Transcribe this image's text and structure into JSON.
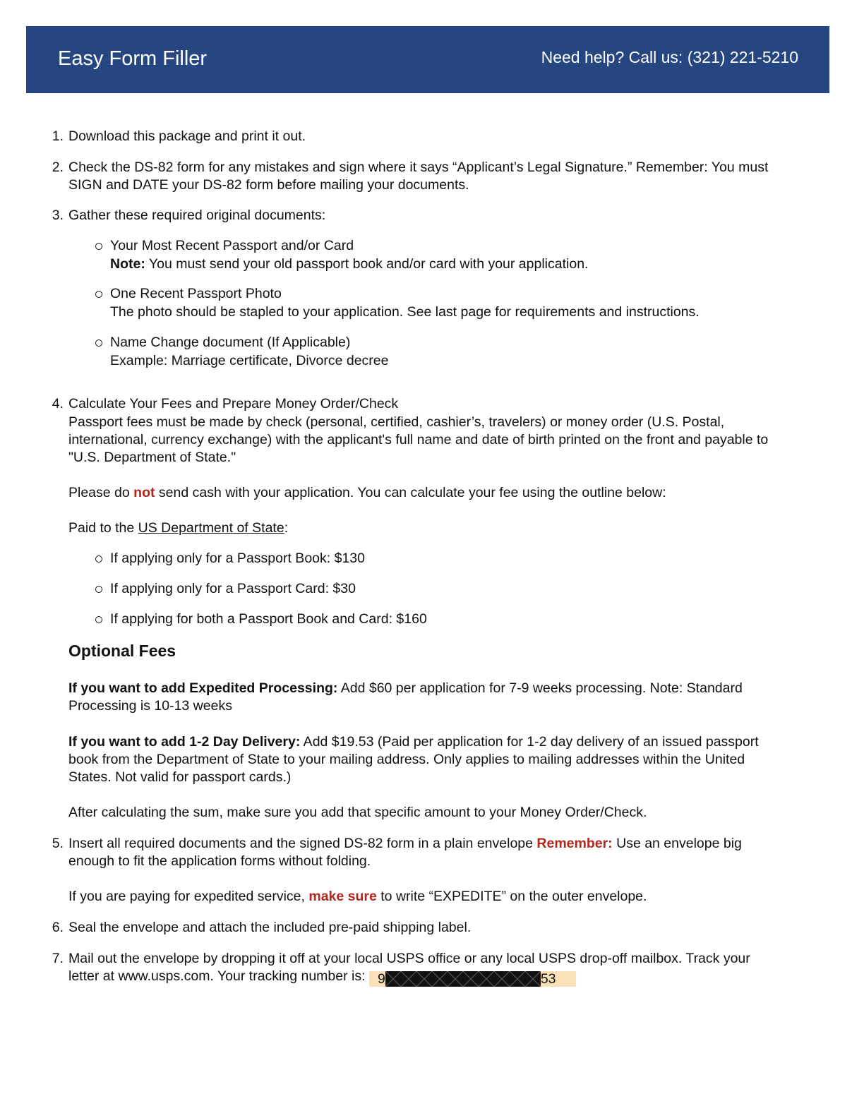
{
  "header": {
    "brand": "Easy Form Filler",
    "help": "Need help? Call us: (321) 221-5210",
    "bg_color": "#264682"
  },
  "steps": {
    "s1": {
      "num": "1.",
      "text": "Download this package and print it out."
    },
    "s2": {
      "num": "2.",
      "line1": "Check the DS-82 form for any mistakes and sign where it says “Applicant’s Legal Signature.” Remember: You must",
      "line2": "SIGN and DATE your DS-82 form before mailing your documents."
    },
    "s3": {
      "num": "3.",
      "text": "Gather these required original documents:",
      "doc1_title": "Your Most Recent Passport and/or Card",
      "doc1_note_label": "Note:",
      "doc1_note": " You must send your old passport book and/or card with your application.",
      "doc2_title": "One Recent Passport Photo",
      "doc2_desc": "The photo should be stapled to your application. See last page for requirements and instructions.",
      "doc3_title": "Name Change document (If Applicable)",
      "doc3_desc": "Example: Marriage certificate, Divorce decree"
    },
    "s4": {
      "num": "4.",
      "title": "Calculate Your Fees and Prepare Money Order/Check",
      "p1_l1": "Passport fees must be made by check (personal, certified, cashier’s, travelers) or money order (U.S. Postal,",
      "p1_l2": "international, currency exchange) with the applicant's full name and date of birth printed on the front and payable to",
      "p1_l3": "\"U.S. Department of State.\"",
      "cash_pre": "Please do ",
      "cash_red": "not",
      "cash_post": " send cash with your application. You can calculate your fee using the outline below:",
      "paid_pre": "Paid to the ",
      "paid_link": "US Department of State",
      "paid_post": ":",
      "fee1": "If applying only for a Passport Book: $130",
      "fee2": "If applying only for a Passport Card: $30",
      "fee3": "If applying for both a Passport Book and Card: $160",
      "optional_heading": "Optional Fees",
      "exp_label": "If you want to add Expedited Processing:",
      "exp_l1": " Add $60 per application for 7-9 weeks processing. Note: Standard",
      "exp_l2": "Processing is 10-13 weeks",
      "del_label": "If you want to add 1-2 Day Delivery:",
      "del_l1": " Add $19.53 (Paid per application for 1-2 day delivery of an issued passport",
      "del_l2": "book from the Department of State to your mailing address. Only applies to mailing addresses within the United",
      "del_l3": "States. Not valid for passport cards.)",
      "sum": "After calculating the sum, make sure you add that specific amount to your Money Order/Check."
    },
    "s5": {
      "num": "5.",
      "l1_pre": "Insert all required documents and the signed DS-82 form in a plain envelope ",
      "l1_red": "Remember:",
      "l1_post": " Use an envelope big",
      "l2": "enough to fit the application forms without folding.",
      "exp_pre": "If you are paying for expedited service, ",
      "exp_red": "make sure",
      "exp_post": " to write “EXPEDITE” on the outer envelope."
    },
    "s6": {
      "num": "6.",
      "text": "Seal the envelope and attach the included pre-paid shipping label."
    },
    "s7": {
      "num": "7.",
      "l1": "Mail out the envelope by dropping it off at your local USPS office or any local USPS drop-off mailbox. Track your",
      "l2": "letter at www.usps.com. Your tracking number is:",
      "track_start": "9",
      "track_end": "53",
      "highlight_color": "#fae0b8"
    }
  },
  "accent_red": "#b3261e"
}
